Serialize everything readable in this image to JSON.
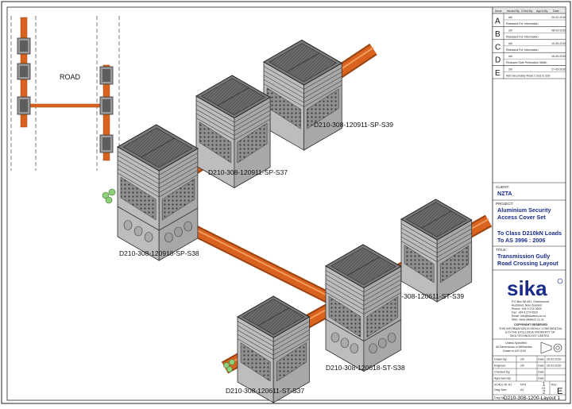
{
  "site_plan": {
    "road_label": "ROAD"
  },
  "pits": [
    {
      "label": "D210-308-120911-SP-S39"
    },
    {
      "label": "D210-308-120911-SP-S37"
    },
    {
      "label": "D210-308-120918-SP-S38"
    },
    {
      "label": "D210-308-120611-ST-S39"
    },
    {
      "label": "D210-308-120618-ST-S38"
    },
    {
      "label": "D210-308-120611-ST-S37"
    }
  ],
  "title_block": {
    "rev_headers": [
      "Issue",
      "Issued By",
      "Ch'kd By",
      "App'd By",
      "Date"
    ],
    "revisions": [
      {
        "letter": "A",
        "by": "sth",
        "date": "20-02-2016",
        "note": "Released For Information"
      },
      {
        "letter": "B",
        "by": "sth",
        "date": "08-03-2016",
        "note": "Released For Information"
      },
      {
        "letter": "C",
        "by": "sth",
        "date": "10-05-2016",
        "note": "Released For Information"
      },
      {
        "letter": "D",
        "by": "sth",
        "date": "16-05-2016",
        "note": "Reduced Side Perforation Width"
      },
      {
        "letter": "E",
        "by": "sth",
        "date": "27-05-2016",
        "note": "Add Secondary Road Cross & S39"
      }
    ],
    "client_heading": "CLIENT:",
    "client_name": "NZTA",
    "project_heading": "PROJECT:",
    "project_lines": [
      "Aluminium Security",
      "Access Cover Set"
    ],
    "standard_lines": [
      "To Class D210kN Loads",
      "To AS 3996 : 2006"
    ],
    "title_heading": "TITLE:",
    "title_lines": [
      "Transmission Gully",
      "Road Crossing Layout"
    ],
    "logo_text": "sika",
    "address_lines": [
      "P.O Box 58-491, Greenmount",
      "Auckland, New Zealand",
      "Phone: +64 9 274 0509",
      "Fax: +64 9 274 0520",
      "Email: info@sikatech.co.nz",
      "Web: www.sikatech.co.nz"
    ],
    "copyright": "COPYRIGHT RESERVED",
    "confidential_lines": [
      "THIS INFORMATION IS HIGHLY CONFIDENTIAL",
      "& IS THE EXCLUSIVE PROPERTY OF",
      "SIKA TECHNOLOGY LIMITED."
    ],
    "units_lines": [
      "Unless Specified",
      "All Dimensions in Millimetres",
      "Drawn to AS 1100"
    ],
    "drawn_by_label": "Drawn By:",
    "drawn_by": "sth",
    "drawn_date": "20-02-2016",
    "engineer_label": "Engineer:",
    "engineer": "sth",
    "engineer_date": "20-02-2016",
    "checked_label": "Checked By:",
    "approved_label": "Approved By:",
    "date_label": "Date",
    "scale_label": "SCALE At: A1",
    "scale_value": "NTS",
    "sheet_label": "Dwg Size:",
    "sheet_size": "A1",
    "sheet_of": "Of",
    "sheet_no": "1",
    "sheet_total": "2",
    "rev_label": "Rev",
    "current_rev": "E",
    "dwg_no_label": "Dwg No:",
    "dwg_no": "D210-308-1200-Layout 1"
  },
  "colors": {
    "conduit": "#d9631e",
    "conduit_dark": "#9a4210",
    "pit_body": "#c9c9c9",
    "cover": "#5a5a5a",
    "logo_blue": "#1a2c8a"
  }
}
